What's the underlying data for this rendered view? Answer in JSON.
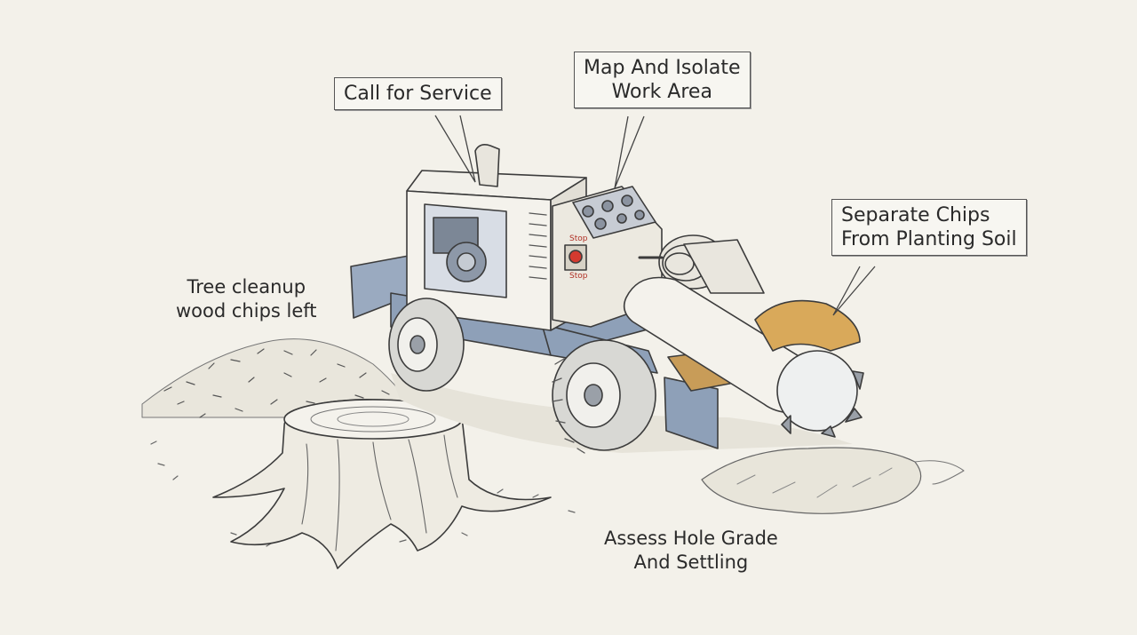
{
  "labels": {
    "call_for_service": "Call for Service",
    "map_isolate": [
      "Map And Isolate",
      "Work Area"
    ],
    "separate_chips": [
      "Separate Chips",
      "From Planting Soil"
    ],
    "tree_cleanup": [
      "Tree cleanup",
      "wood chips left"
    ],
    "assess_hole": [
      "Assess Hole Grade",
      "And Settling"
    ]
  },
  "panel": {
    "stop_top": "Stop",
    "stop_bottom": "Stop"
  },
  "colors": {
    "background": "#f3f1ea",
    "blue_frame": "#8ea0b8",
    "cutter_guard": "#d9a95a",
    "stop_button": "#d43a2f",
    "outline": "#3c3c3c"
  }
}
